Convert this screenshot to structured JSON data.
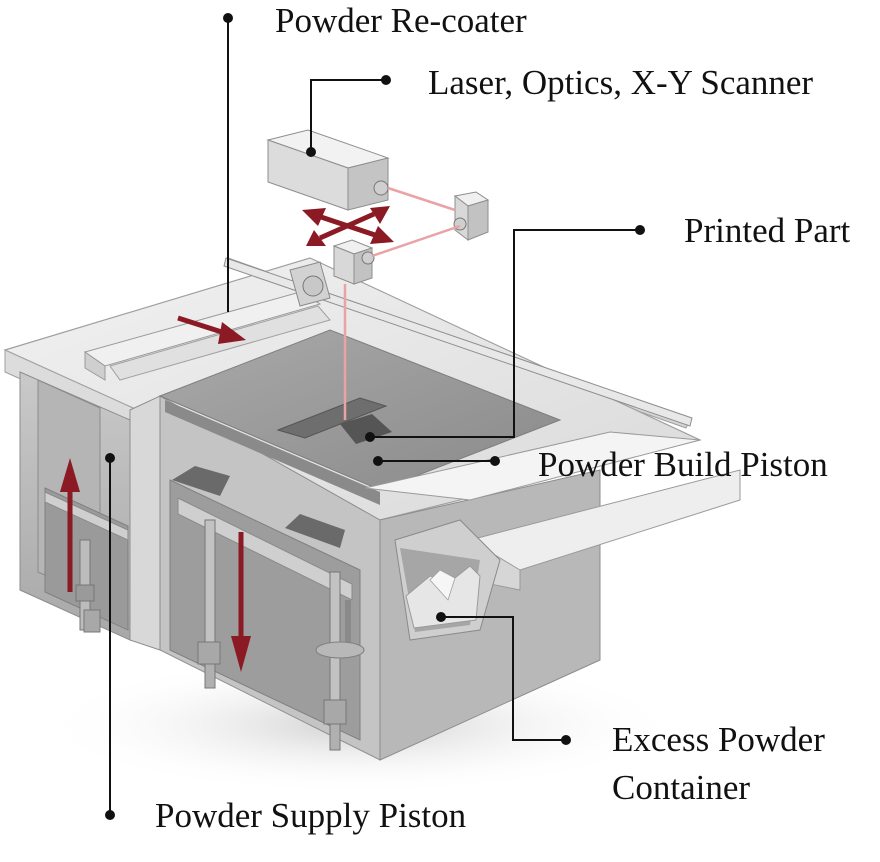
{
  "labels": {
    "powder_recoater": "Powder Re-coater",
    "laser_optics": "Laser, Optics, X-Y Scanner",
    "printed_part": "Printed Part",
    "powder_build_piston": "Powder Build Piston",
    "excess_powder_line1": "Excess Powder",
    "excess_powder_line2": "Container",
    "powder_supply_piston": "Powder Supply Piston"
  },
  "colors": {
    "machine_light": "#e8e8e8",
    "machine_mid": "#bdbdbd",
    "machine_dark": "#8e8e8e",
    "powder_bed": "#9a9a9a",
    "arrow": "#8b1a24",
    "laser_beam": "#e9a3a6",
    "leader_line": "#111111"
  }
}
